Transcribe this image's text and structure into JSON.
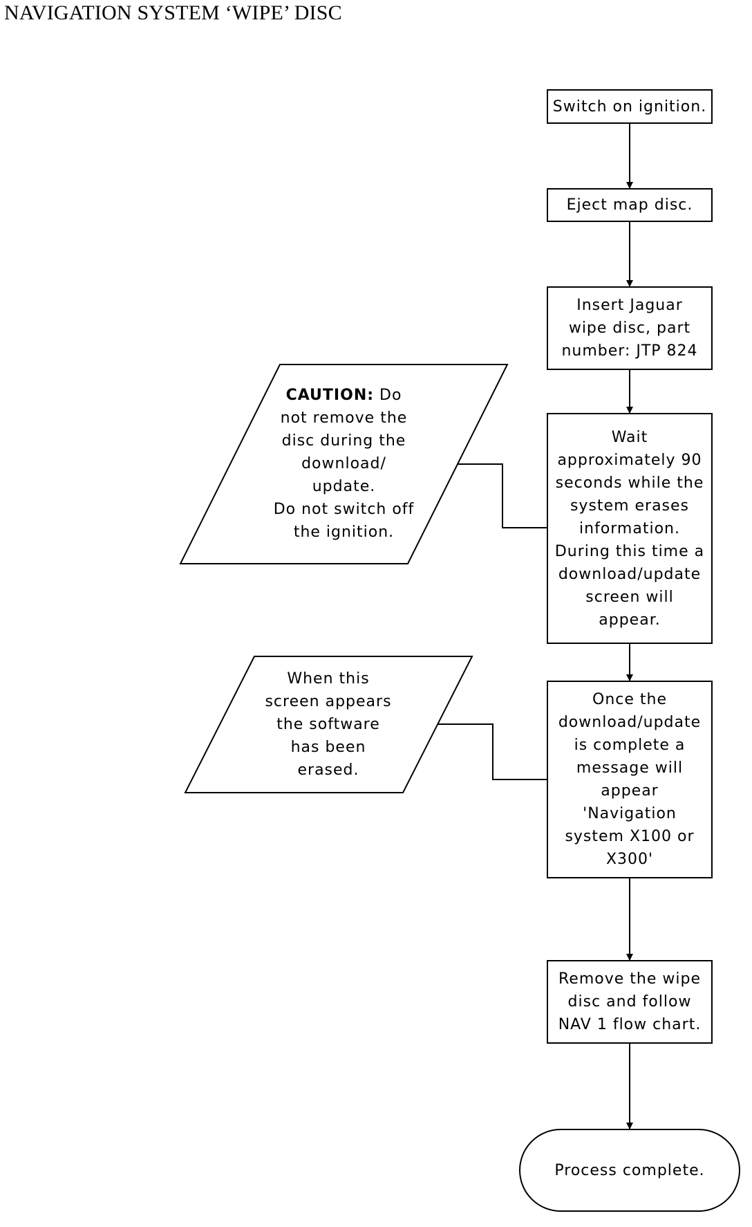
{
  "title": "NAVIGATION SYSTEM ‘WIPE’ DISC",
  "steps": [
    {
      "lines": [
        "Switch on ignition."
      ]
    },
    {
      "lines": [
        "Eject map disc."
      ]
    },
    {
      "lines": [
        "Insert Jaguar",
        "wipe disc, part",
        "number: JTP 824"
      ]
    },
    {
      "lines": [
        "Wait",
        "approximately 90",
        "seconds while the",
        "system erases",
        "information.",
        "During this time a",
        "download/update",
        "screen will",
        "appear."
      ]
    },
    {
      "lines": [
        "Once the",
        "download/update",
        "is complete a",
        "message will",
        "appear",
        "'Navigation",
        "system X100 or",
        "X300'"
      ]
    },
    {
      "lines": [
        "Remove the wipe",
        "disc and follow",
        "NAV 1 flow chart."
      ]
    }
  ],
  "end": {
    "label": "Process complete."
  },
  "notes": [
    {
      "caution_word": "CAUTION:",
      "first_line_rest": " Do",
      "lines": [
        "not remove the",
        "disc during the",
        "download/",
        "update.",
        "Do not switch off",
        "the ignition."
      ]
    },
    {
      "lines": [
        "When this",
        "screen appears",
        "the software",
        "has been",
        "erased."
      ]
    }
  ]
}
